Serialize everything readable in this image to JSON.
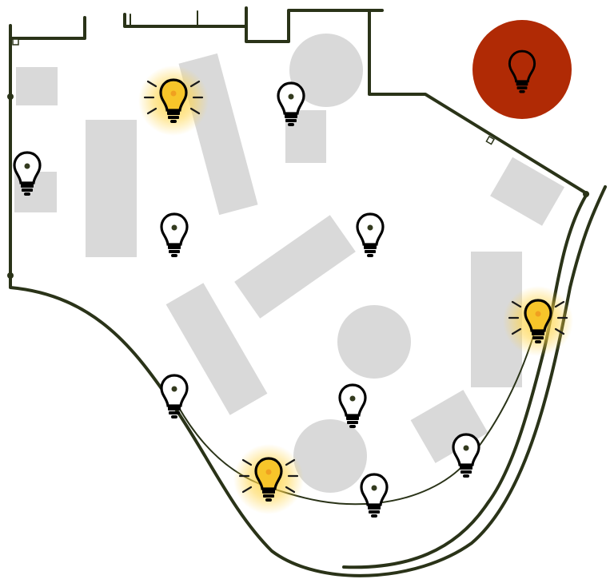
{
  "colors": {
    "background": "#ffffff",
    "wall": "#2a3318",
    "furniture": "#d9d9d9",
    "bulb_on": "#f7c52a",
    "glow": "#ffd54a",
    "master_toggle": "#b02a05"
  },
  "master_toggle": {
    "icon": "lightbulb-icon",
    "state": "off"
  },
  "lights": [
    {
      "id": "light-1",
      "state": "on"
    },
    {
      "id": "light-2",
      "state": "off"
    },
    {
      "id": "light-3",
      "state": "off"
    },
    {
      "id": "light-4",
      "state": "off"
    },
    {
      "id": "light-5",
      "state": "off"
    },
    {
      "id": "light-6",
      "state": "on"
    },
    {
      "id": "light-7",
      "state": "off"
    },
    {
      "id": "light-8",
      "state": "off"
    },
    {
      "id": "light-9",
      "state": "on"
    },
    {
      "id": "light-10",
      "state": "off"
    },
    {
      "id": "light-11",
      "state": "off"
    }
  ]
}
